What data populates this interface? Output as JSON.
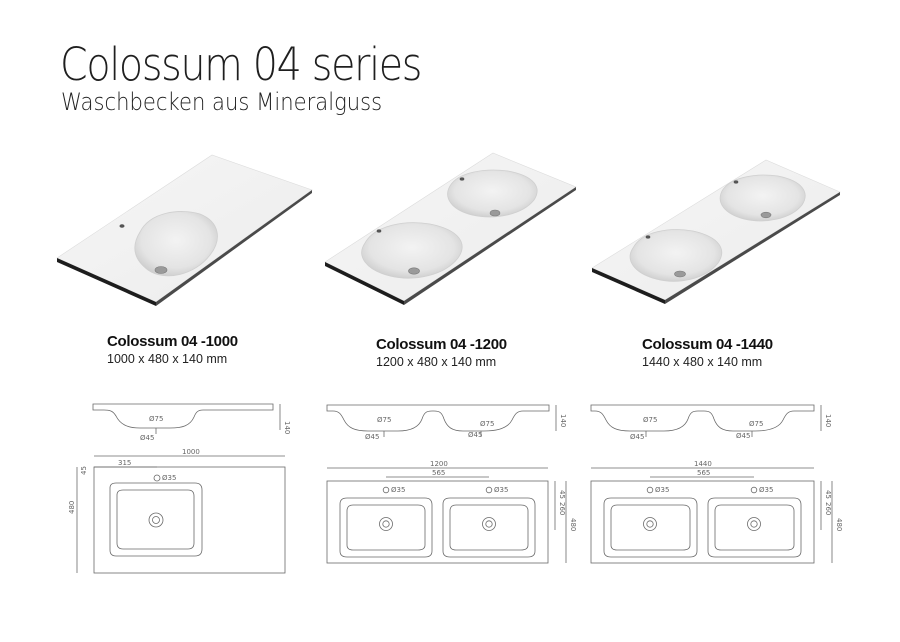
{
  "header": {
    "title": "Colossum 04 series",
    "subtitle": "Waschbecken aus Mineralguss"
  },
  "models": [
    {
      "name": "Colossum 04 -1000",
      "dims": "1000 x 480 x 140 mm",
      "drawing": {
        "width": "1000",
        "offset": "315",
        "tap_hole": "Ø35",
        "drain_top": "Ø75",
        "drain_bottom": "Ø45",
        "height": "140",
        "depth": "480",
        "edge": "45"
      }
    },
    {
      "name": "Colossum 04 -1200",
      "dims": "1200 x 480 x 140 mm",
      "drawing": {
        "width": "1200",
        "spacing": "565",
        "tap_hole": "Ø35",
        "drain_top": "Ø75",
        "drain_bottom": "Ø45",
        "height": "140",
        "depth": "480",
        "inner_depth": "260",
        "edge": "45"
      }
    },
    {
      "name": "Colossum 04 -1440",
      "dims": "1440 x 480 x 140 mm",
      "drawing": {
        "width": "1440",
        "spacing": "565",
        "tap_hole": "Ø35",
        "drain_top": "Ø75",
        "drain_bottom": "Ø45",
        "height": "140",
        "depth": "480",
        "inner_depth": "260",
        "edge": "45"
      }
    }
  ]
}
